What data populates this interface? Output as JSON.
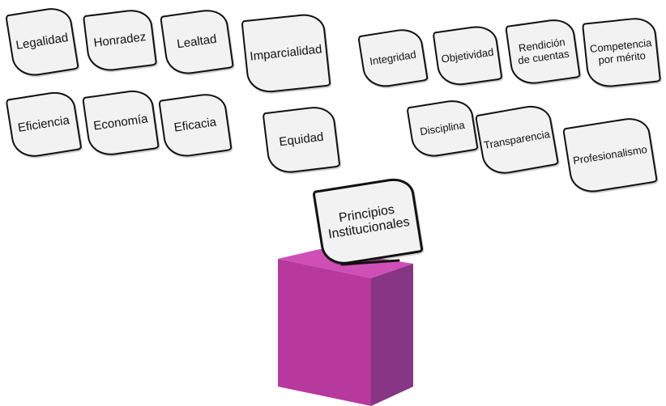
{
  "colors": {
    "card_fill": "#f2f2f2",
    "card_border": "#111111",
    "box_front": "#b8399d",
    "box_side": "#873585",
    "box_top": "#cf4fb6"
  },
  "cards": [
    {
      "id": "legalidad",
      "label": "Legalidad"
    },
    {
      "id": "honradez",
      "label": "Honradez"
    },
    {
      "id": "lealtad",
      "label": "Lealtad"
    },
    {
      "id": "imparcialidad",
      "label": "Imparcialidad"
    },
    {
      "id": "eficiencia",
      "label": "Eficiencia"
    },
    {
      "id": "economia",
      "label": "Economía"
    },
    {
      "id": "eficacia",
      "label": "Eficacia"
    },
    {
      "id": "equidad",
      "label": "Equidad"
    },
    {
      "id": "integridad",
      "label": "Integridad"
    },
    {
      "id": "objetividad",
      "label": "Objetividad"
    },
    {
      "id": "rendicion",
      "label": "Rendición\nde cuentas"
    },
    {
      "id": "competencia",
      "label": "Competencia\npor mérito"
    },
    {
      "id": "disciplina",
      "label": "Disciplina"
    },
    {
      "id": "transparencia",
      "label": "Transparencia"
    },
    {
      "id": "profesionalismo",
      "label": "Profesionalismo"
    }
  ],
  "center_card": {
    "label": "Principios\nInstitucionales"
  }
}
